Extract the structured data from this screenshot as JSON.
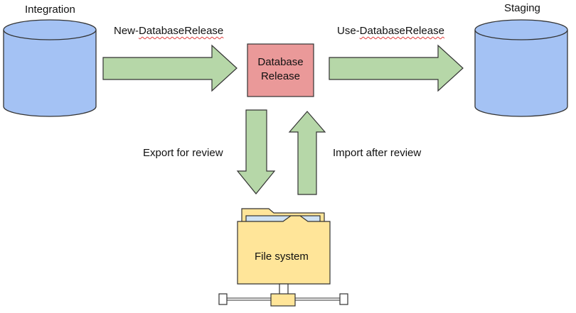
{
  "nodes": {
    "integration": {
      "label": "Integration"
    },
    "staging": {
      "label": "Staging"
    },
    "release": {
      "line1": "Database",
      "line2": "Release"
    },
    "filesystem": {
      "label": "File system"
    }
  },
  "edges": {
    "new_release": {
      "label": "New-DatabaseRelease",
      "prefix": "New-",
      "cmd": "DatabaseRelease"
    },
    "use_release": {
      "label": "Use-DatabaseRelease",
      "prefix": "Use-",
      "cmd": "DatabaseRelease"
    },
    "export": {
      "label": "Export for review"
    },
    "import": {
      "label": "Import after review"
    }
  },
  "colors": {
    "cylinder_fill": "#a4c2f4",
    "release_fill": "#ea9999",
    "arrow_fill": "#b6d7a8",
    "folder_fill": "#ffe599",
    "folder_paper": "#cfe2f3",
    "stroke": "#333333"
  }
}
